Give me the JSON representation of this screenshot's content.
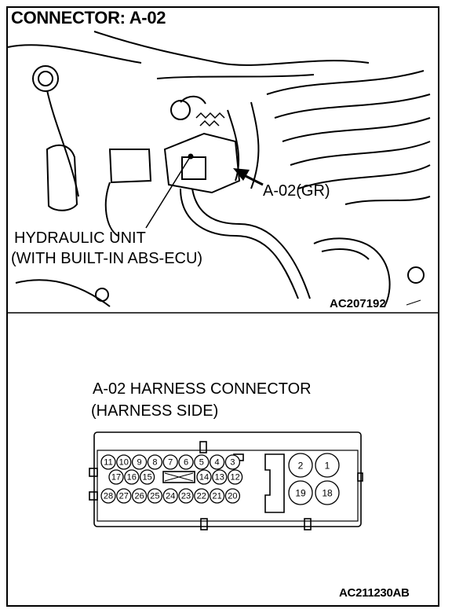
{
  "title": "CONNECTOR: A-02",
  "photo": {
    "hydraulic_unit_line1": "HYDRAULIC UNIT",
    "hydraulic_unit_line2": "(WITH BUILT-IN ABS-ECU)",
    "connector_callout": "A-02(GR)",
    "figure_code": "AC207192"
  },
  "connector": {
    "title_line1": "A-02 HARNESS CONNECTOR",
    "title_line2": "(HARNESS SIDE)",
    "row1_pins": [
      "11",
      "10",
      "9",
      "8",
      "7",
      "6",
      "5",
      "4",
      "3"
    ],
    "row2_pins": [
      "17",
      "16",
      "15",
      "14",
      "13",
      "12"
    ],
    "row3_pins": [
      "28",
      "27",
      "26",
      "25",
      "24",
      "23",
      "22",
      "21",
      "20"
    ],
    "large_top_pins": [
      "2",
      "1"
    ],
    "large_bottom_pins": [
      "19",
      "18"
    ]
  },
  "figure_code_bottom": "AC211230AB"
}
